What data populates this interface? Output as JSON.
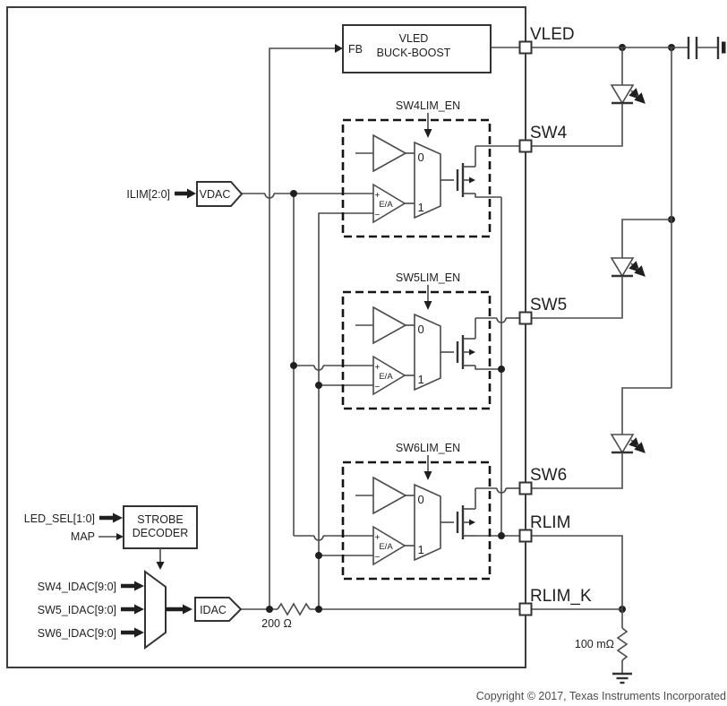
{
  "colors": {
    "background": "#ffffff",
    "ink": "#1f1f1f",
    "wire": "#4a4a4a"
  },
  "chip": {
    "buck_boost": {
      "fb_label": "FB",
      "name_line1": "VLED",
      "name_line2": "BUCK-BOOST"
    },
    "vdac_label": "VDAC",
    "idac_label": "IDAC",
    "decoder_line1": "STROBE",
    "decoder_line2": "DECODER",
    "series_resistor_label": "200 Ω"
  },
  "inputs": {
    "ilim": "ILIM[2:0]",
    "led_sel": "LED_SEL[1:0]",
    "map": "MAP",
    "sw4_idac": "SW4_IDAC[9:0]",
    "sw5_idac": "SW5_IDAC[9:0]",
    "sw6_idac": "SW6_IDAC[9:0]"
  },
  "channels": [
    {
      "lim_en": "SW4LIM_EN",
      "mux_in0": "0",
      "mux_in1": "1",
      "amp": "E/A",
      "plus": "+",
      "minus": "−"
    },
    {
      "lim_en": "SW5LIM_EN",
      "mux_in0": "0",
      "mux_in1": "1",
      "amp": "E/A",
      "plus": "+",
      "minus": "−"
    },
    {
      "lim_en": "SW6LIM_EN",
      "mux_in0": "0",
      "mux_in1": "1",
      "amp": "E/A",
      "plus": "+",
      "minus": "−"
    }
  ],
  "pins": [
    {
      "label": "VLED"
    },
    {
      "label": "SW4"
    },
    {
      "label": "SW5"
    },
    {
      "label": "SW6"
    },
    {
      "label": "RLIM"
    },
    {
      "label": "RLIM_K"
    }
  ],
  "external": {
    "sense_resistor_label": "100 mΩ"
  },
  "footer": {
    "copyright": "Copyright © 2017, Texas Instruments Incorporated"
  }
}
